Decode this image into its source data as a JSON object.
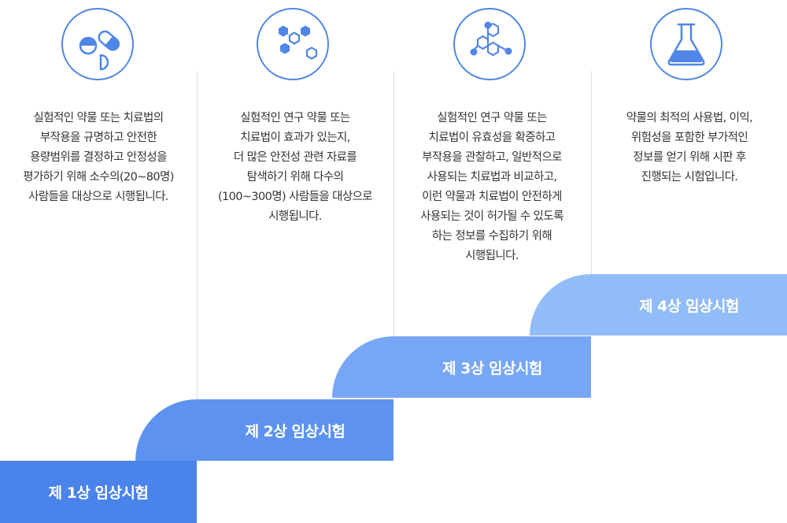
{
  "phases": [
    {
      "icon": "pill-icon",
      "title": "제 1상 임상시험",
      "lines": [
        "실험적인 약물 또는 치료법의",
        "부작용을 규명하고 안전한",
        "용량범위를 결정하고 안정성을",
        "평가하기 위해 소수의(20~80명)",
        "사람들을 대상으로 시행됩니다."
      ]
    },
    {
      "icon": "hexagon-cluster-icon",
      "title": "제 2상 임상시험",
      "lines": [
        "실험적인 연구 약물 또는",
        "치료법이 효과가 있는지,",
        "더 많은 안전성 관련 자료를",
        "탐색하기 위해 다수의",
        "(100~300명) 사람들을 대상으로",
        "시행됩니다."
      ]
    },
    {
      "icon": "molecule-icon",
      "title": "제 3상 임상시험",
      "lines": [
        "실험적인 연구 약물 또는",
        "치료법이 유효성을 확증하고",
        "부작용을 관찰하고, 일반적으로",
        "사용되는 치료법과 비교하고,",
        "이런 약물과 치료법이 안전하게",
        "사용되는 것이 허가될 수 있도록",
        "하는 정보를 수집하기 위해",
        "시행됩니다."
      ]
    },
    {
      "icon": "flask-icon",
      "title": "제 4상 임상시험",
      "lines": [
        "약물의 최적의 사용법, 이익,",
        "위험성을 포함한 부가적인",
        "정보를 얻기 위해 시판 후",
        "진행되는 시험입니다."
      ]
    }
  ],
  "colors": {
    "icon_blue": "#4f86e8",
    "step1": "#4a83ea",
    "step2": "#5d93ee",
    "step3": "#77a7f4",
    "step4": "#92bcf8"
  }
}
